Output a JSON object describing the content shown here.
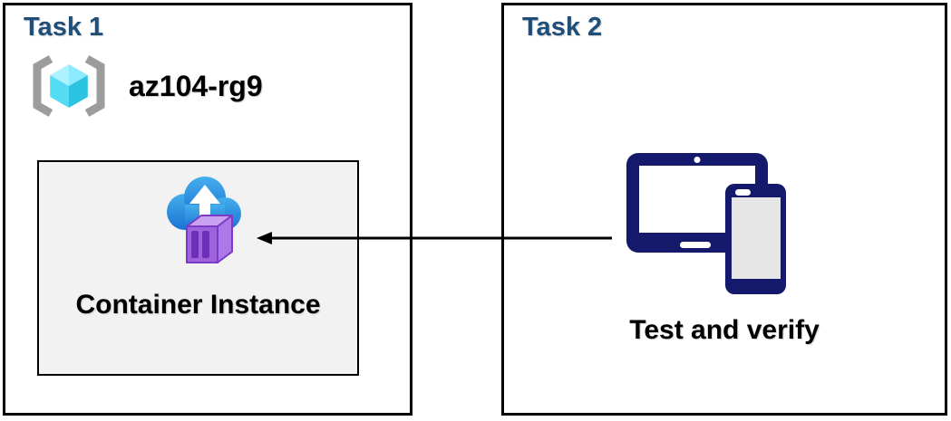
{
  "colors": {
    "heading": "#1F4E79",
    "text": "#000000",
    "box_border": "#000000",
    "inner_box_bg": "#F2F2F2",
    "bracket_gray": "#9C9C9C",
    "cube_top_left": "#AEF2FF",
    "cube_top_right": "#8BEAFD",
    "cube_left": "#55DCF5",
    "cube_right": "#2CC3E3",
    "cloud_top": "#44AFEC",
    "cloud_bottom": "#1A72D3",
    "container_front": "#9E62DC",
    "container_top": "#C9A3F2",
    "container_side": "#AC77E6",
    "container_stripe": "#6B2FB8",
    "container_outline": "#7B3BC6",
    "device_navy": "#14196B",
    "device_screen": "#E5E5E5",
    "arrow": "#000000"
  },
  "task1": {
    "title": "Task 1",
    "resource_group": {
      "name": "az104-rg9",
      "icon": "resource-group-icon"
    },
    "container_instance": {
      "label": "Container Instance",
      "icon": "container-instance-icon"
    }
  },
  "task2": {
    "title": "Task 2",
    "label": "Test and verify",
    "icon": "devices-icon"
  },
  "connector": {
    "type": "arrow",
    "direction": "right-to-left",
    "from": "devices",
    "to": "container-instance"
  }
}
